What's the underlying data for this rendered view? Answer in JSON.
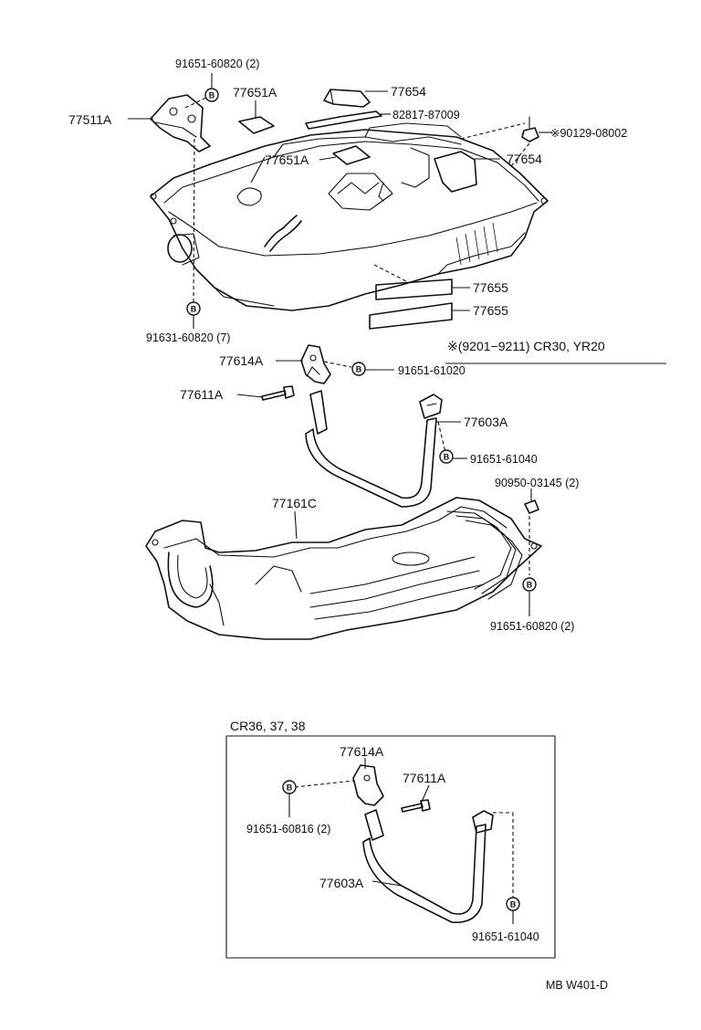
{
  "labels": {
    "top_bolt_qty": "91651-60820 (2)",
    "bracket_left": "77511A",
    "pad_top_left": "77651A",
    "pad_top_right": "77654",
    "hose_clamp": "82817-87009",
    "nut_star": "※90129-08002",
    "pad_mid_right": "77654",
    "pad_mid": "77651A",
    "protector_1": "77655",
    "protector_2": "77655",
    "bolt_left_qty": "91631-60820 (7)",
    "note_range": "※(9201−9211) CR30, YR20",
    "clamp_upper": "77614A",
    "bolt_upper": "91651-61020",
    "bolt_small": "77611A",
    "band_upper": "77603A",
    "bolt_band": "91651-61040",
    "nut_qty": "90950-03145 (2)",
    "tank_main": "77161C",
    "bolt_right_qty": "91651-60820 (2)",
    "inset_title": "CR36, 37, 38",
    "inset_clamp": "77614A",
    "inset_bolt_small": "77611A",
    "inset_bolt_qty": "91651-60816 (2)",
    "inset_band": "77603A",
    "inset_bolt_band": "91651-61040",
    "footer_code": "MB  W401-D"
  },
  "bolt_letter": "B"
}
